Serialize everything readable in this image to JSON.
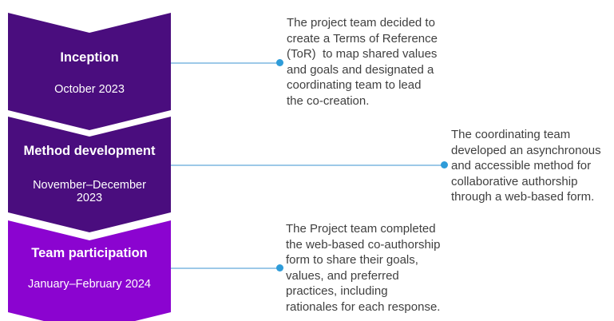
{
  "timeline": {
    "stages": [
      {
        "title": "Inception",
        "date": "October 2023",
        "description": "The project team decided to\ncreate a Terms of Reference\n(ToR)  to map shared values\nand goals and designated a\ncoordinating team to lead\nthe co-creation.",
        "color": "#4A0D7E"
      },
      {
        "title": "Method development",
        "date": "November–December\n2023",
        "description": "The coordinating team\ndeveloped an asynchronous\nand accessible method for\ncollaborative authorship\nthrough a web-based form.",
        "color": "#4A0D7E"
      },
      {
        "title": "Team participation",
        "date": "January–February 2024",
        "description": "The Project team completed\nthe web-based co-authorship\nform to share their goals,\nvalues, and preferred\npractices, including\nrationales for each response.",
        "color": "#8B04D0"
      }
    ],
    "colors": {
      "connector_line": "#9DC9E8",
      "connector_dot": "#2E9CD9",
      "stage_text": "#FFFFFF",
      "description_text": "#3F3F3F",
      "background": "#FFFFFF"
    }
  }
}
